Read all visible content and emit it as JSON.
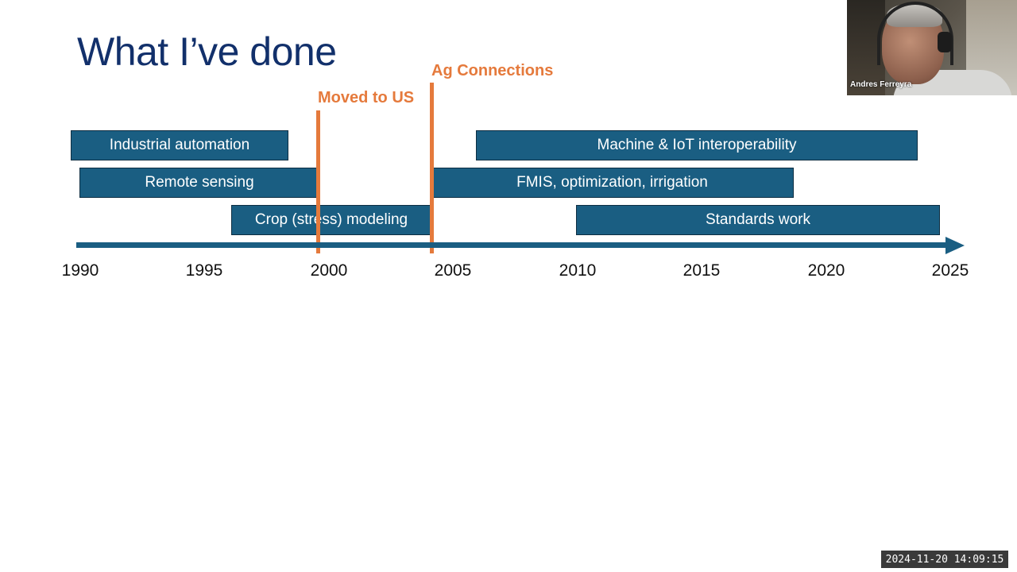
{
  "slide": {
    "title": "What I’ve done",
    "colors": {
      "title": "#12306b",
      "bar": "#1a5e82",
      "milestone": "#e57a3c",
      "axis": "#1a5e82"
    },
    "activities": [
      {
        "label": "Industrial automation",
        "start": 1990,
        "end": 1998.7
      },
      {
        "label": "Remote sensing",
        "start": 1990,
        "end": 1999.8
      },
      {
        "label": "Crop (stress) modeling",
        "start": 1996,
        "end": 2004
      },
      {
        "label": "Machine & IoT interoperability",
        "start": 2006,
        "end": 2023.6
      },
      {
        "label": "FMIS, optimization, irrigation",
        "start": 2004,
        "end": 2018.7
      },
      {
        "label": "Standards work",
        "start": 2010,
        "end": 2024.5
      }
    ],
    "milestones": [
      {
        "label": "Moved to US",
        "year": 1999.9
      },
      {
        "label": "Ag Connections",
        "year": 2004.4
      }
    ],
    "axis_years": [
      "1990",
      "1995",
      "2000",
      "2005",
      "2010",
      "2015",
      "2020",
      "2025"
    ]
  },
  "video": {
    "participant_name": "Andres Ferreyra",
    "icon": "webcam-feed"
  },
  "timestamp": "2024-11-20 14:09:15"
}
